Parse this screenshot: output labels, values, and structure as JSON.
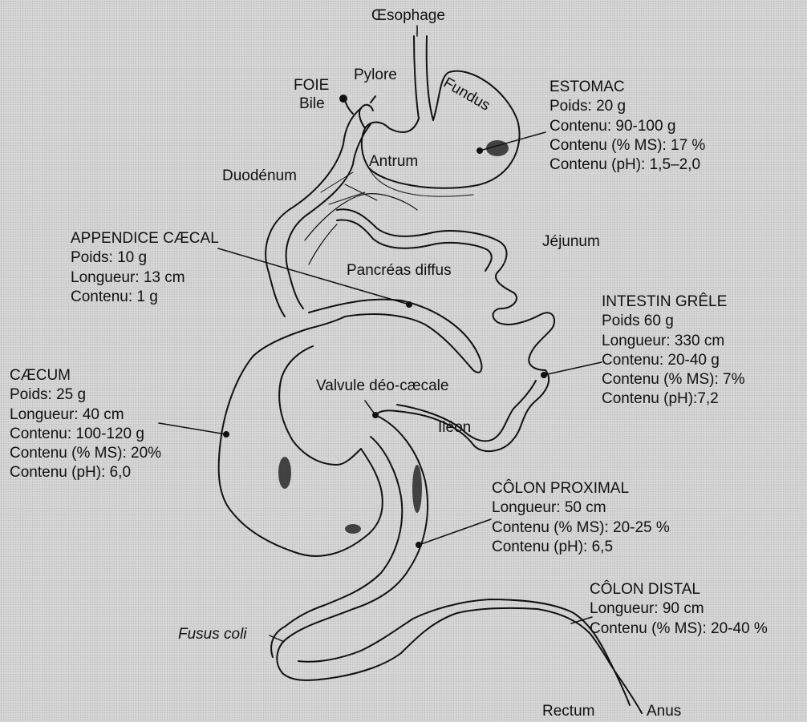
{
  "labels": {
    "oesophage": "Œsophage",
    "pylore": "Pylore",
    "foie": "FOIE",
    "bile": "Bile",
    "fundus": "Fundus",
    "antrum": "Antrum",
    "duodenum": "Duodénum",
    "pancreas": "Pancréas diffus",
    "jejunum": "Jéjunum",
    "valvule": "Valvule déo-cæcale",
    "ileon": "Iléon",
    "fusus_coli": "Fusus coli",
    "rectum": "Rectum",
    "anus": "Anus"
  },
  "estomac": {
    "title": "ESTOMAC",
    "lines": [
      "Poids: 20 g",
      "Contenu: 90-100 g",
      "Contenu (% MS): 17 %",
      "Contenu (pH): 1,5–2,0"
    ]
  },
  "appendice": {
    "title": "APPENDICE CÆCAL",
    "lines": [
      "Poids: 10 g",
      "Longueur: 13 cm",
      "Contenu: 1 g"
    ]
  },
  "intestin": {
    "title": "INTESTIN GRÊLE",
    "lines": [
      "Poids 60 g",
      "Longueur: 330 cm",
      "Contenu: 20-40 g",
      "Contenu (% MS): 7%",
      "Contenu (pH):7,2"
    ]
  },
  "caecum": {
    "title": "CÆCUM",
    "lines": [
      "Poids: 25 g",
      "Longueur: 40 cm",
      "Contenu: 100-120 g",
      "Contenu (% MS): 20%",
      "Contenu (pH): 6,0"
    ]
  },
  "colon_proximal": {
    "title": "CÔLON PROXIMAL",
    "lines": [
      "Longueur: 50 cm",
      "Contenu (% MS): 20-25 %",
      "Contenu (pH): 6,5"
    ]
  },
  "colon_distal": {
    "title": "CÔLON DISTAL",
    "lines": [
      "Longueur: 90 cm",
      "Contenu (% MS): 20-40 %"
    ]
  },
  "colors": {
    "background": "#d4d4d4",
    "ink": "#111111"
  }
}
